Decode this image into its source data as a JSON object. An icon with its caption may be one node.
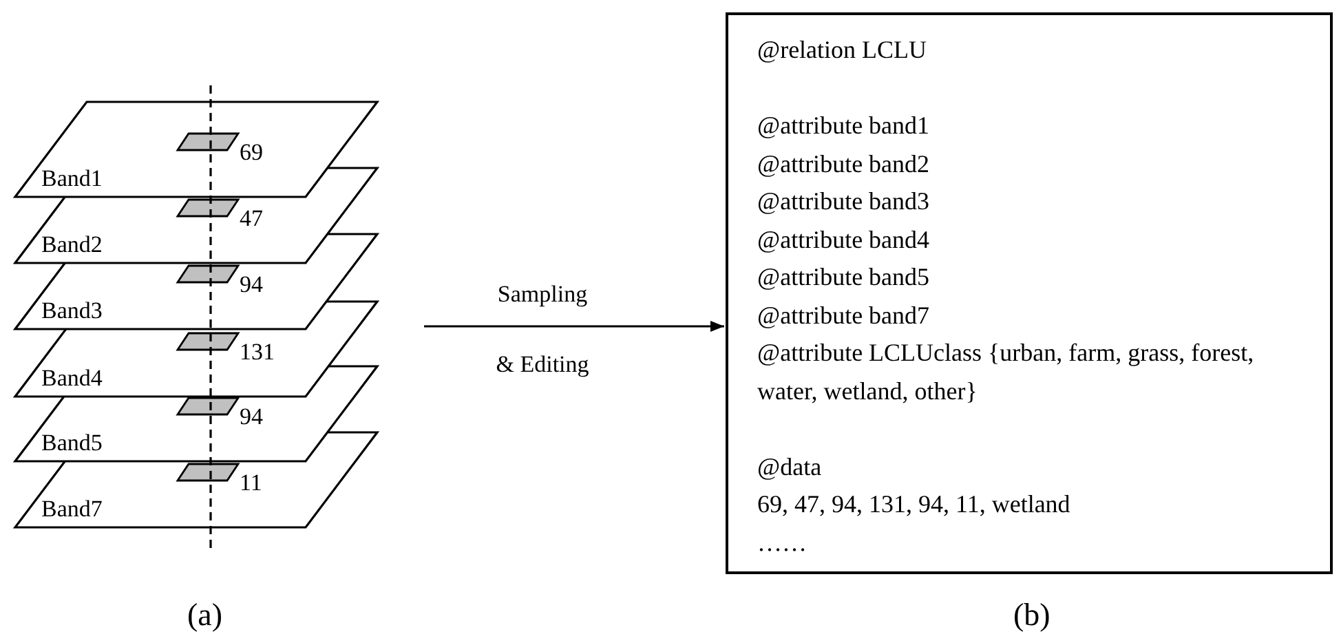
{
  "diagram": {
    "nodes": [
      {
        "text": [
          "Band1",
          "69"
        ]
      },
      {
        "text": [
          "Band2",
          "47"
        ]
      },
      {
        "text": [
          "Band3",
          "94"
        ]
      },
      {
        "text": [
          "Band4",
          "131"
        ]
      },
      {
        "text": [
          "Band5",
          "94"
        ]
      },
      {
        "text": [
          "Band7",
          "11"
        ]
      },
      {
        "text": [
          "@relation LCLU",
          "@attribute band1",
          "@attribute band2",
          "@attribute band3",
          "@attribute band4",
          "@attribute band5",
          "@attribute band7",
          "@attribute LCLUclass {urban, farm, grass, forest, water, wetland, other}",
          "@data",
          "69, 47, 94, 131, 94, 11, wetland",
          "……"
        ]
      }
    ],
    "edges": [
      {
        "from": null,
        "to": 6,
        "arrow": "to",
        "label": "Sampling & Editing"
      }
    ],
    "labels": [
      "(a)",
      "(b)"
    ]
  }
}
